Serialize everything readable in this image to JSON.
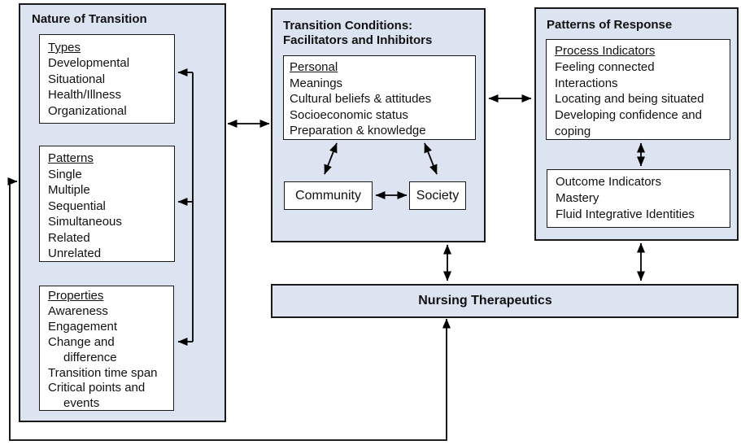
{
  "nature": {
    "title": "Nature of Transition",
    "types": {
      "heading": "Types",
      "items": [
        "Developmental",
        "Situational",
        "Health/Illness",
        "Organizational"
      ]
    },
    "patterns": {
      "heading": "Patterns",
      "items": [
        "Single",
        "Multiple",
        "Sequential",
        "Simultaneous",
        "Related",
        "Unrelated"
      ]
    },
    "properties": {
      "heading": "Properties",
      "lines": [
        "Awareness",
        "Engagement",
        "Change and",
        "difference",
        "Transition time span",
        "Critical points and",
        "events"
      ]
    }
  },
  "conditions": {
    "title_line1": "Transition Conditions:",
    "title_line2": "Facilitators and Inhibitors",
    "personal": {
      "heading": "Personal",
      "items": [
        "Meanings",
        "Cultural beliefs & attitudes",
        "Socioeconomic status",
        "Preparation & knowledge"
      ]
    },
    "community_label": "Community",
    "society_label": "Society"
  },
  "response": {
    "title": "Patterns of Response",
    "process": {
      "heading": "Process Indicators",
      "lines": [
        "Feeling connected",
        "Interactions",
        "Locating and being situated",
        "Developing confidence and",
        "coping"
      ]
    },
    "outcome": {
      "lines": [
        "Outcome Indicators",
        "Mastery",
        "Fluid Integrative Identities"
      ]
    }
  },
  "nursing": {
    "label": "Nursing Therapeutics"
  },
  "colors": {
    "panel_fill": "#dce4f1",
    "box_fill": "#ffffff",
    "line": "#000000",
    "text": "#111111"
  }
}
